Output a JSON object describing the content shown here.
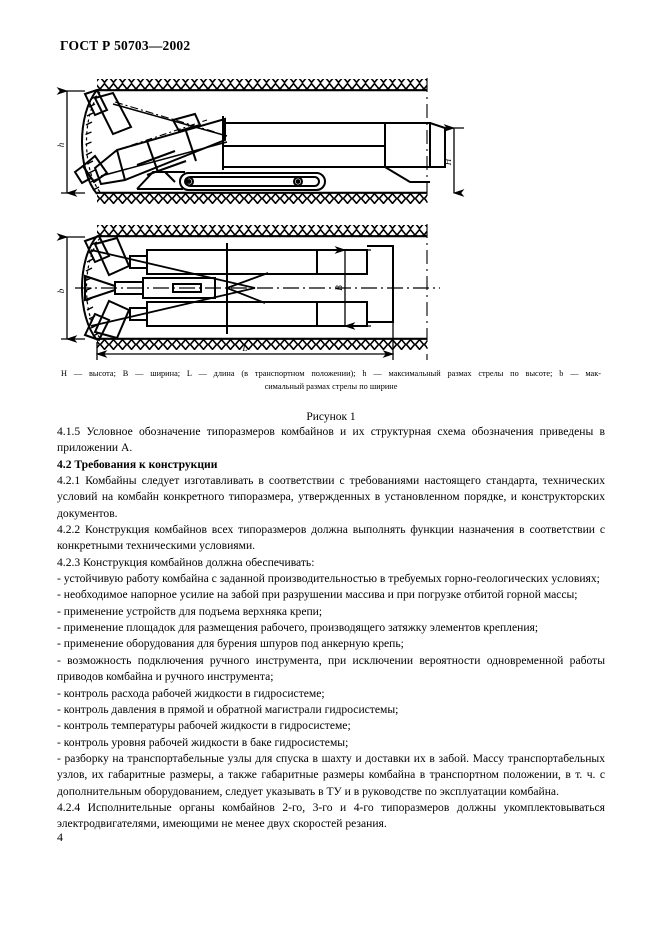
{
  "document": {
    "standard_header": "ГОСТ Р 50703—2002",
    "page_number": "4"
  },
  "figure": {
    "number_label": "Рисунок 1",
    "caption_line1": "H — высота; B — ширина; L — длина (в транспортном положении); h — максимальный размах стрелы по высоте; b — мак-",
    "caption_line2": "симальный размах стрелы по ширине",
    "dimension_labels": {
      "height_max_boom": "h",
      "height": "H",
      "width_max_boom": "b",
      "width": "B",
      "length": "L"
    },
    "views": {
      "side_view": "side view of roadheader in tunnel",
      "plan_view": "plan view of roadheader in tunnel"
    }
  },
  "body": {
    "paragraphs": [
      {
        "id": "p-4-1-5",
        "style": "indent",
        "text": "4.1.5 Условное обозначение типоразмеров комбайнов и их структурная схема обозначения приведены в приложении А."
      },
      {
        "id": "h-4-2",
        "style": "bold",
        "text": "4.2 Требования к конструкции"
      },
      {
        "id": "p-4-2-1",
        "style": "indent",
        "text": "4.2.1 Комбайны следует изготавливать в соответствии с требованиями настоящего стандарта, технических условий на комбайн конкретного типоразмера, утвержденных в установленном порядке, и конструкторских документов."
      },
      {
        "id": "p-4-2-2",
        "style": "indent",
        "text": "4.2.2 Конструкция комбайнов всех типоразмеров должна выполнять функции назначения в соответствии с конкретными техническими условиями."
      },
      {
        "id": "p-4-2-3",
        "style": "indent",
        "text": "4.2.3 Конструкция комбайнов должна обеспечивать:"
      },
      {
        "id": "li-1",
        "style": "dash",
        "text": "- устойчивую работу комбайна с заданной производительностью в требуемых горно-геологических условиях;"
      },
      {
        "id": "li-2",
        "style": "dash",
        "text": "- необходимое напорное усилие на забой при разрушении массива и при погрузке отбитой горной массы;"
      },
      {
        "id": "li-3",
        "style": "dash",
        "text": "- применение устройств для подъема верхняка крепи;"
      },
      {
        "id": "li-4",
        "style": "dash",
        "text": "- применение площадок для размещения рабочего, производящего затяжку элементов крепления;"
      },
      {
        "id": "li-5",
        "style": "dash",
        "text": "- применение оборудования для бурения шпуров под анкерную крепь;"
      },
      {
        "id": "li-6",
        "style": "dash",
        "text": "- возможность подключения ручного инструмента, при исключении вероятности одновременной работы приводов комбайна и ручного инструмента;"
      },
      {
        "id": "li-7",
        "style": "dash",
        "text": "- контроль расхода рабочей жидкости в гидросистеме;"
      },
      {
        "id": "li-8",
        "style": "dash",
        "text": "- контроль давления в прямой и обратной магистрали гидросистемы;"
      },
      {
        "id": "li-9",
        "style": "dash",
        "text": "- контроль температуры рабочей жидкости в гидросистеме;"
      },
      {
        "id": "li-10",
        "style": "dash",
        "text": "- контроль уровня рабочей жидкости в баке гидросистемы;"
      },
      {
        "id": "li-11",
        "style": "dash",
        "text": "- разборку на транспортабельные узлы для спуска в шахту и доставки их в забой. Массу транспортабельных узлов, их габаритные размеры, а также габаритные размеры комбайна в транспортном положении, в т. ч. с дополнительным оборудованием, следует указывать в ТУ и в руководстве по эксплуатации комбайна."
      },
      {
        "id": "p-4-2-4",
        "style": "indent-last",
        "text": "4.2.4 Исполнительные органы комбайнов 2-го, 3-го и 4-го типоразмеров должны укомплектовываться электродвигателями, имеющими не менее двух скоростей резания."
      }
    ]
  }
}
